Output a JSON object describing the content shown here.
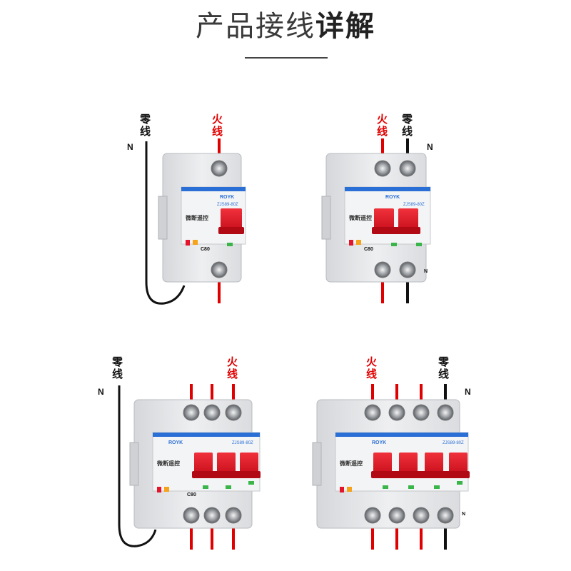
{
  "header": {
    "title_light": "产品接线",
    "title_bold": "详解"
  },
  "labels": {
    "neutral_wire": "零线",
    "live_wire": "火线",
    "neutral_letter": "N"
  },
  "device": {
    "brand": "ROYK",
    "model": "ZJS89-80Z",
    "name": "微断遥控",
    "rating": "C80"
  },
  "colors": {
    "live": "#e00000",
    "neutral": "#111111",
    "handle": "#e2101f",
    "body": "#e6e7e9",
    "accent_blue": "#2a6fd6"
  }
}
